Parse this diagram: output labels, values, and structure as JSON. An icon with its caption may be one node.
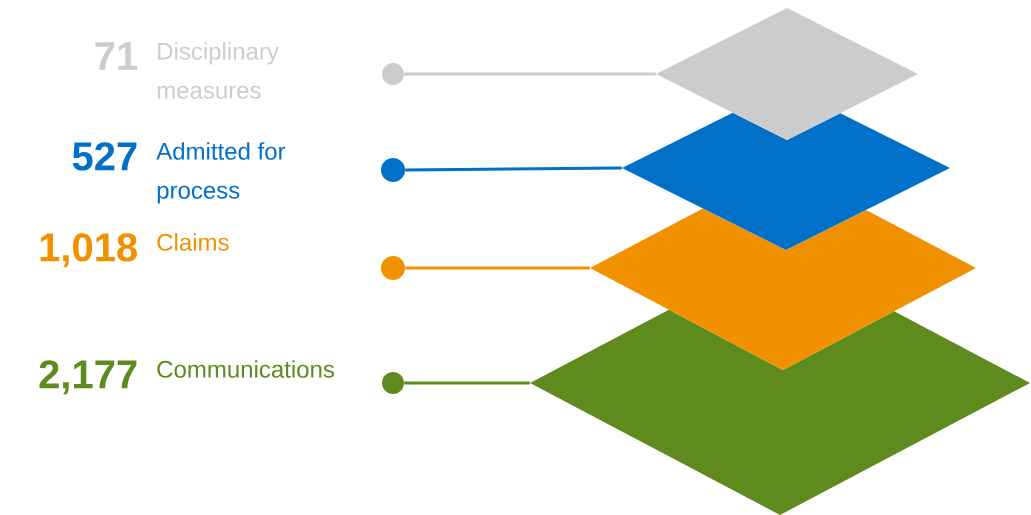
{
  "diagram": {
    "nodes": [
      {
        "text": [
          "71",
          "Disciplinary measures"
        ]
      },
      {
        "text": [
          "527",
          "Admitted for process"
        ]
      },
      {
        "text": [
          "1,018",
          "Claims"
        ]
      },
      {
        "text": [
          "2,177",
          "Communications"
        ]
      },
      {
        "text": [],
        "shape": "circle"
      },
      {
        "text": [],
        "shape": "circle"
      },
      {
        "text": [],
        "shape": "circle"
      },
      {
        "text": [],
        "shape": "circle"
      },
      {
        "text": [],
        "shape": "diamond"
      },
      {
        "text": [],
        "shape": "diamond"
      },
      {
        "text": [],
        "shape": "diamond"
      },
      {
        "text": [],
        "shape": "diamond"
      }
    ],
    "edges": [
      {
        "from": 4,
        "to": 8,
        "arrow": "none",
        "color": "#cccccc"
      },
      {
        "from": 5,
        "to": 9,
        "arrow": "none",
        "color": "#0070c8"
      },
      {
        "from": 6,
        "to": 10,
        "arrow": "none",
        "color": "#f29100"
      },
      {
        "from": 7,
        "to": 11,
        "arrow": "none",
        "color": "#5e8a1e"
      }
    ]
  }
}
